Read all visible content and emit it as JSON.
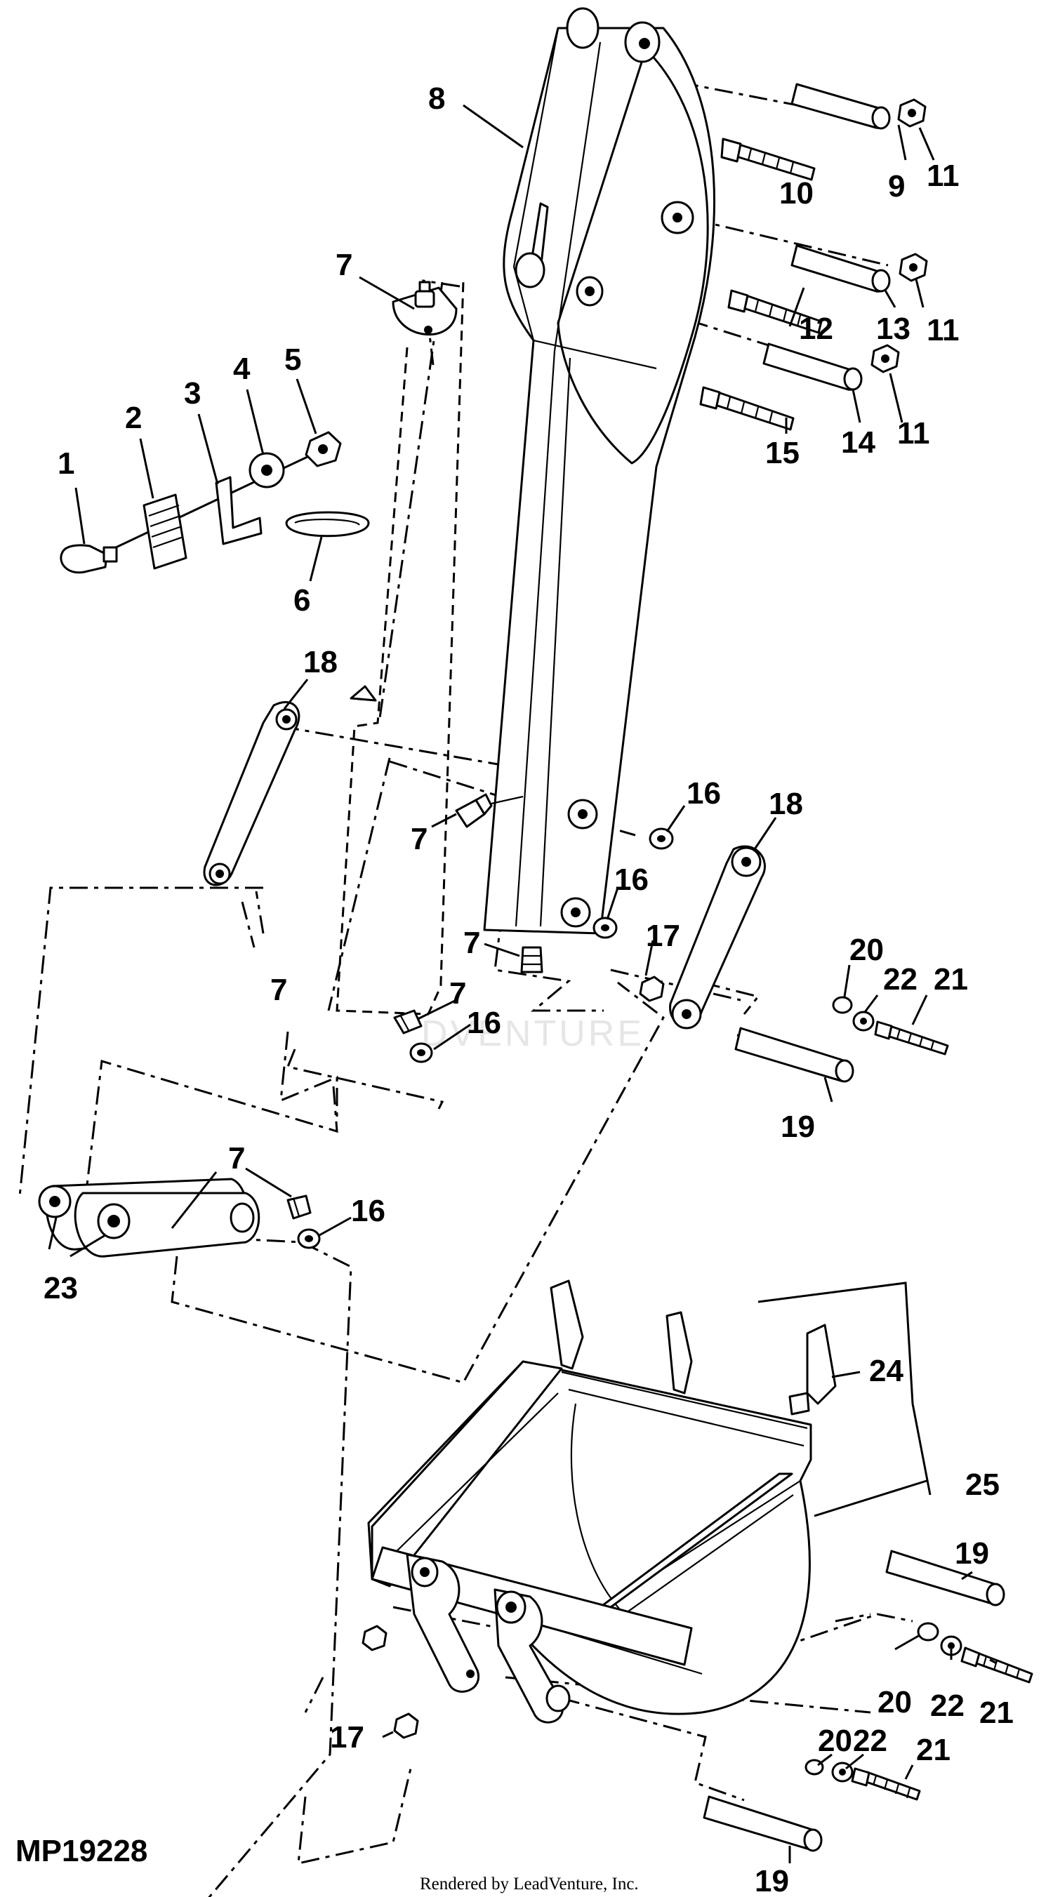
{
  "figure": {
    "code": "MP19228",
    "credit": "Rendered by LeadVenture, Inc.",
    "watermark": "DVENTURE"
  },
  "callouts": [
    "1",
    "2",
    "3",
    "4",
    "5",
    "6",
    "7",
    "7",
    "7",
    "7",
    "7",
    "7",
    "8",
    "9",
    "10",
    "11",
    "11",
    "11",
    "12",
    "13",
    "14",
    "15",
    "16",
    "16",
    "16",
    "16",
    "17",
    "17",
    "18",
    "18",
    "19",
    "19",
    "19",
    "20",
    "20",
    "20",
    "21",
    "21",
    "21",
    "22",
    "22",
    "22",
    "23",
    "24",
    "25"
  ]
}
